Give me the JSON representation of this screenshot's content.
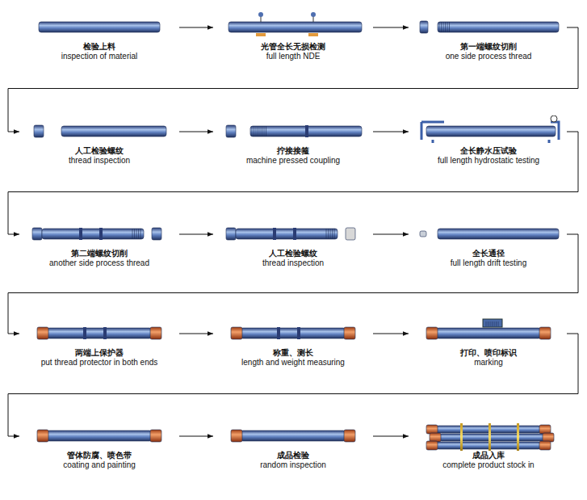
{
  "diagram": {
    "nodes": [
      {
        "text": [
          "检验上料",
          "inspection of material"
        ]
      },
      {
        "text": [
          "光管全长无损检测",
          "full length NDE"
        ]
      },
      {
        "text": [
          "第一端螺纹切削",
          "one side process thread"
        ]
      },
      {
        "text": [
          "人工检验螺纹",
          "thread inspection"
        ]
      },
      {
        "text": [
          "拧接接箍",
          "machine pressed coupling"
        ]
      },
      {
        "text": [
          "全长静水压试验",
          "full length hydrostatic testing"
        ]
      },
      {
        "text": [
          "第二端螺纹切削",
          "another side process thread"
        ]
      },
      {
        "text": [
          "人工检验螺纹",
          "thread inspection"
        ]
      },
      {
        "text": [
          "全长通径",
          "full length drift testing"
        ]
      },
      {
        "text": [
          "两端上保护器",
          "put thread protector in both ends"
        ]
      },
      {
        "text": [
          "称重、测长",
          "length and weight measuring"
        ]
      },
      {
        "text": [
          "打印、喷印标识",
          "marking"
        ]
      },
      {
        "text": [
          "管体防腐、喷色带",
          "coating and painting"
        ]
      },
      {
        "text": [
          "成品检验",
          "random inspection"
        ]
      },
      {
        "text": [
          "成品入库",
          "complete product stock in"
        ]
      }
    ],
    "edges": [
      {
        "from": 0,
        "to": 1,
        "arrow": "to"
      },
      {
        "from": 1,
        "to": 2,
        "arrow": "to"
      },
      {
        "from": 2,
        "to": 3,
        "arrow": "to"
      },
      {
        "from": 3,
        "to": 4,
        "arrow": "to"
      },
      {
        "from": 4,
        "to": 5,
        "arrow": "to"
      },
      {
        "from": 5,
        "to": 6,
        "arrow": "to"
      },
      {
        "from": 6,
        "to": 7,
        "arrow": "to"
      },
      {
        "from": 7,
        "to": 8,
        "arrow": "to"
      },
      {
        "from": 8,
        "to": 9,
        "arrow": "to"
      },
      {
        "from": 9,
        "to": 10,
        "arrow": "to"
      },
      {
        "from": 10,
        "to": 11,
        "arrow": "to"
      },
      {
        "from": 11,
        "to": 12,
        "arrow": "to"
      },
      {
        "from": 12,
        "to": 13,
        "arrow": "to"
      },
      {
        "from": 13,
        "to": 14,
        "arrow": "to"
      }
    ]
  }
}
